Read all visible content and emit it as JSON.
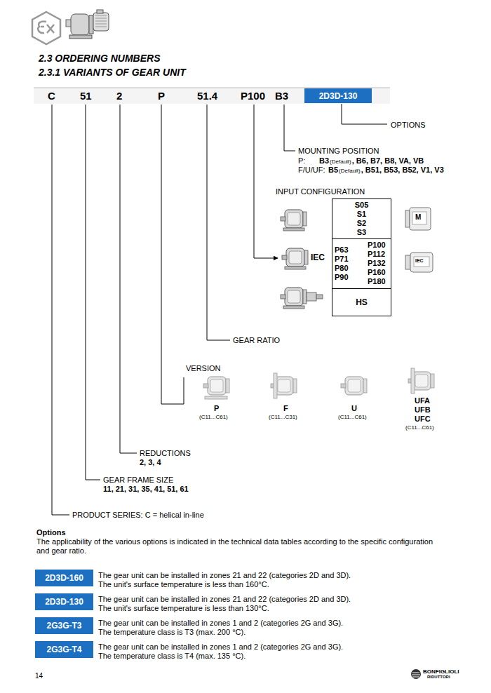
{
  "diagram": {
    "title": "2.3 ORDERING NUMBERS",
    "nodes": [
      {
        "text": [
          "2D3D-130"
        ]
      },
      {
        "text": [
          "S05",
          "S1",
          "S2",
          "S3"
        ]
      },
      {
        "text": [
          "P63",
          "P71",
          "P80",
          "P90",
          "P100",
          "P112",
          "P132",
          "P160",
          "P180"
        ]
      },
      {
        "text": [
          "HS"
        ]
      },
      {
        "text": [
          "2D3D-160"
        ]
      },
      {
        "text": [
          "2D3D-130"
        ]
      },
      {
        "text": [
          "2G3G-T3"
        ]
      },
      {
        "text": [
          "2G3G-T4"
        ]
      }
    ],
    "labels": [
      "2.3.1 VARIANTS OF GEAR UNIT",
      "C",
      "51",
      "2",
      "P",
      "51.4",
      "P100",
      "B3",
      "OPTIONS",
      "MOUNTING POSITION",
      "P:",
      "B3",
      "(Default)",
      ", B6, B7, B8, VA, VB",
      "F/U/UF:",
      "B5",
      "(Default)",
      ", B51, B53, B52, V1, V3",
      "INPUT CONFIGURATION",
      "IEC",
      "M",
      "IEC",
      "GEAR RATIO",
      "VERSION",
      "P",
      "(C11...C61)",
      "F",
      "(C11...C31)",
      "U",
      "(C11...C61)",
      "UFA",
      "UFB",
      "UFC",
      "(C11...C61)",
      "REDUCTIONS",
      "2, 3, 4",
      "GEAR FRAME SIZE",
      "11, 21, 31, 35, 41, 51, 61",
      "PRODUCT SERIES: C = helical in-line",
      "Options",
      "The applicability of the various options is indicated in the technical data tables according to the specific configuration and gear ratio.",
      "The gear unit can be installed in zones 21 and 22 (categories 2D and 3D).",
      "The unit's surface temperature is less than 160°C.",
      "The gear unit can be installed in zones 21 and 22 (categories 2D and 3D).",
      "The unit's surface temperature is less than 130°C.",
      "The gear unit can be installed in zones 1 and 2 (categories 2G and 3G).",
      "The temperature class is T3 (max. 200 °C).",
      "The gear unit can be installed in zones 1 and 2 (categories 2G and 3G).",
      "The temperature class is T4 (max. 135 °C).",
      "14",
      "BONFIGLIOLI",
      "RIDUTTORI"
    ]
  }
}
